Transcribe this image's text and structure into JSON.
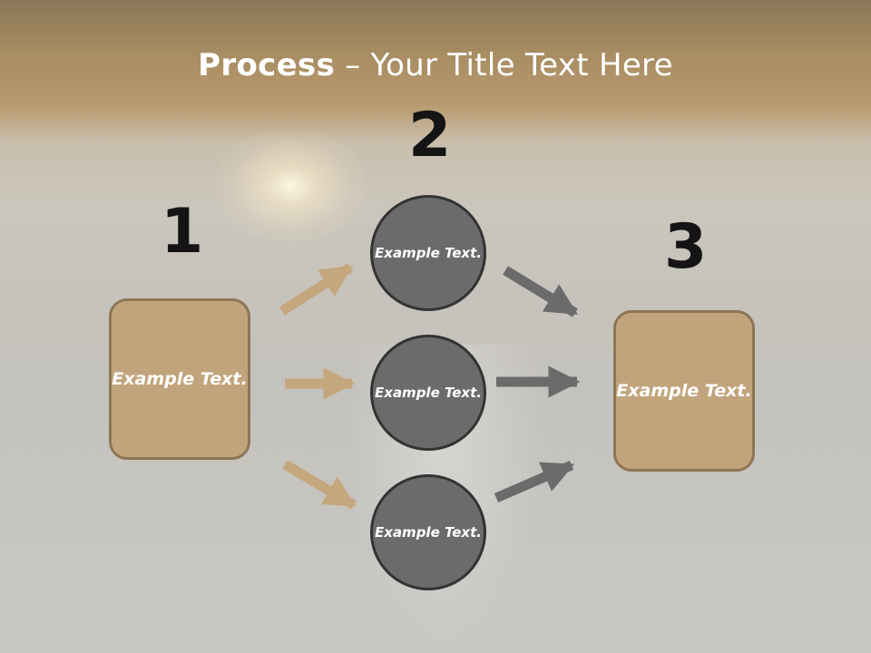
{
  "title": {
    "bold": "Process",
    "rest": " – Your Title Text Here"
  },
  "steps": [
    {
      "number": "1"
    },
    {
      "number": "2"
    },
    {
      "number": "3"
    }
  ],
  "source_box": {
    "label": "Example Text."
  },
  "middle_nodes": [
    {
      "label": "Example Text."
    },
    {
      "label": "Example Text."
    },
    {
      "label": "Example Text."
    }
  ],
  "target_box": {
    "label": "Example Text."
  },
  "colors": {
    "box_fill": "#c2a47c",
    "box_border": "#8e7655",
    "circle_fill": "#6b6b6b",
    "circle_border": "#333333",
    "arrow_tan": "#c5a77d",
    "arrow_gray": "#6b6b6b"
  }
}
